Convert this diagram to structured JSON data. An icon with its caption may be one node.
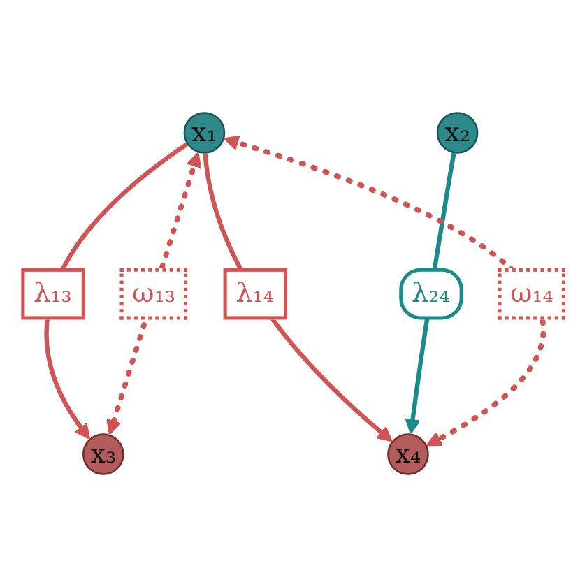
{
  "diagram": {
    "nodes": [
      {
        "text": [
          "x₁"
        ]
      },
      {
        "text": [
          "x₂"
        ]
      },
      {
        "text": [
          "x₃"
        ]
      },
      {
        "text": [
          "x₄"
        ]
      }
    ],
    "edges": [
      {
        "from": 0,
        "to": 2,
        "arrow": "to",
        "label": "λ₁₃"
      },
      {
        "from": 0,
        "to": 3,
        "arrow": "to",
        "label": "λ₁₄"
      },
      {
        "from": 1,
        "to": 3,
        "arrow": "to",
        "label": "λ₂₄",
        "color": "#1a8a8a"
      },
      {
        "from": 0,
        "to": 2,
        "arrow": "both",
        "label": "ω₁₃",
        "style": "dashed"
      },
      {
        "from": 0,
        "to": 3,
        "arrow": "both",
        "label": "ω₁₄",
        "style": "dashed"
      }
    ]
  }
}
